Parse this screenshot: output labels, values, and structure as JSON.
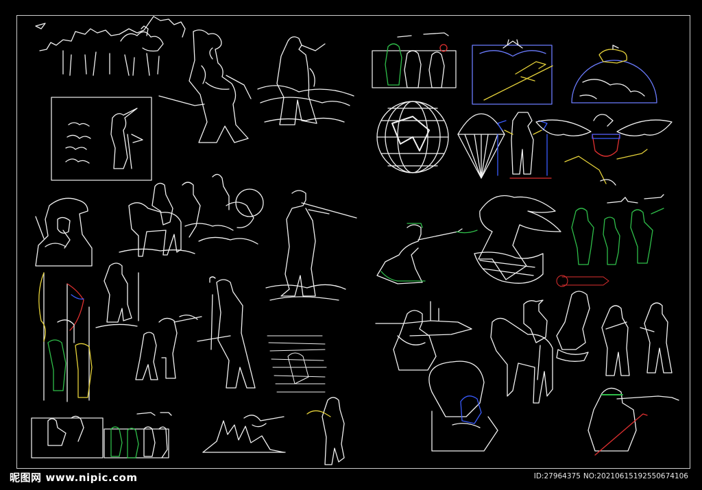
{
  "watermark": {
    "site_name_cn": "昵图网",
    "site_url": "www.nipic.com"
  },
  "image_id": {
    "id_text": "ID:27964375",
    "no_text": "NO:20210615192550674106"
  },
  "colors": {
    "background": "#000000",
    "frame": "#cfcfcf",
    "line_white": "#f2f2f2",
    "line_green": "#2fbf4a",
    "line_blue": "#3a5cff",
    "line_red": "#e03030",
    "line_yellow": "#e6d23a"
  }
}
